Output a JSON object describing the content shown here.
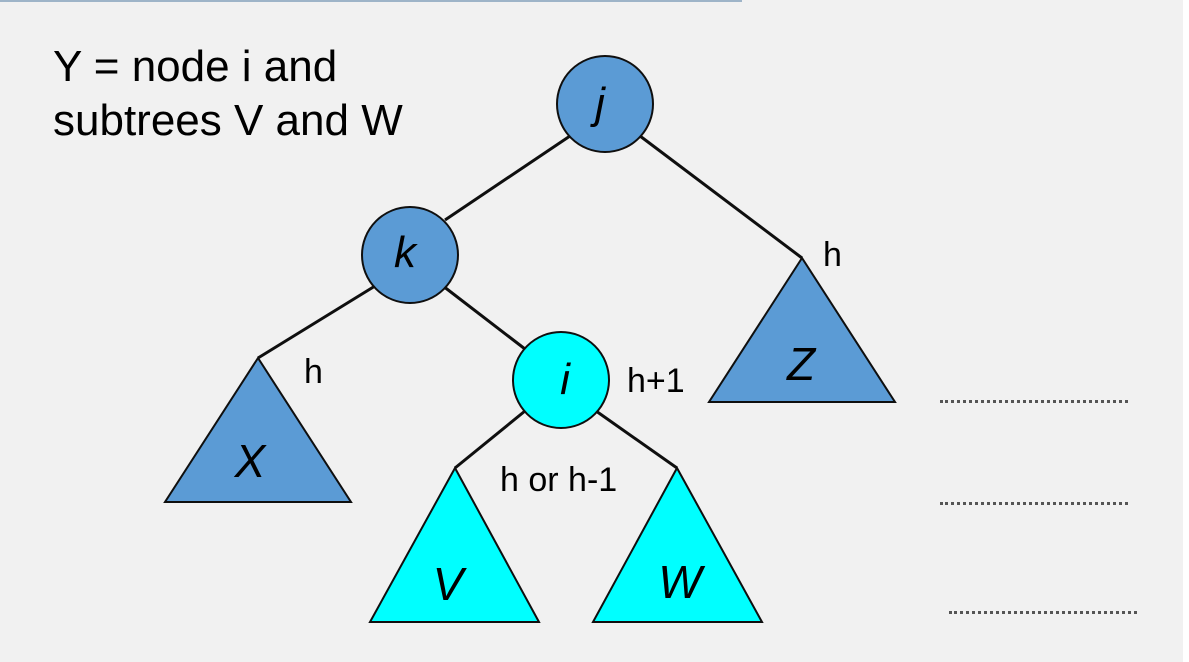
{
  "caption": {
    "line1": "Y = node i and",
    "line2": "subtrees V and W"
  },
  "colors": {
    "node_dark": "#5b9bd5",
    "node_light": "#00ffff",
    "stroke": "#0f0f0f",
    "background": "#f1f1f1"
  },
  "nodes": {
    "j": "j",
    "k": "k",
    "i": "i"
  },
  "subtrees": {
    "X": "X",
    "Z": "Z",
    "V": "V",
    "W": "W"
  },
  "heights": {
    "x": "h",
    "z": "h",
    "i": "h+1",
    "vw": "h or h-1"
  }
}
